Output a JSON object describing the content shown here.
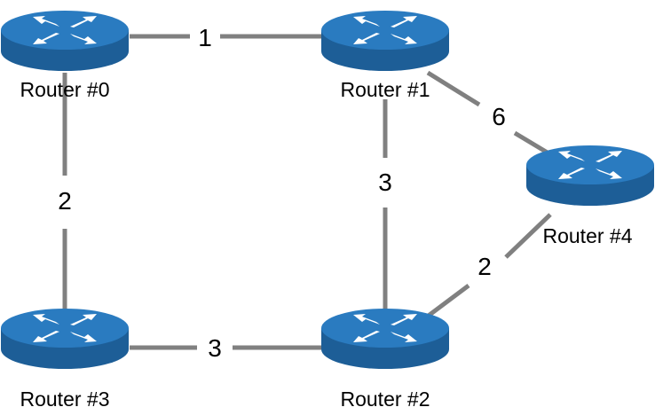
{
  "colors": {
    "edge": "#808080",
    "router_top": "#2a7bc0",
    "router_side": "#1d5e97",
    "arrow": "#ffffff"
  },
  "routers": [
    {
      "id": "r0",
      "label": "Router #0",
      "icon": "router-icon"
    },
    {
      "id": "r1",
      "label": "Router #1",
      "icon": "router-icon"
    },
    {
      "id": "r2",
      "label": "Router #2",
      "icon": "router-icon"
    },
    {
      "id": "r3",
      "label": "Router #3",
      "icon": "router-icon"
    },
    {
      "id": "r4",
      "label": "Router #4",
      "icon": "router-icon"
    }
  ],
  "links": [
    {
      "from": "Router #0",
      "to": "Router #1",
      "weight": "1"
    },
    {
      "from": "Router #0",
      "to": "Router #3",
      "weight": "2"
    },
    {
      "from": "Router #1",
      "to": "Router #2",
      "weight": "3"
    },
    {
      "from": "Router #1",
      "to": "Router #4",
      "weight": "6"
    },
    {
      "from": "Router #3",
      "to": "Router #2",
      "weight": "3"
    },
    {
      "from": "Router #2",
      "to": "Router #4",
      "weight": "2"
    }
  ]
}
